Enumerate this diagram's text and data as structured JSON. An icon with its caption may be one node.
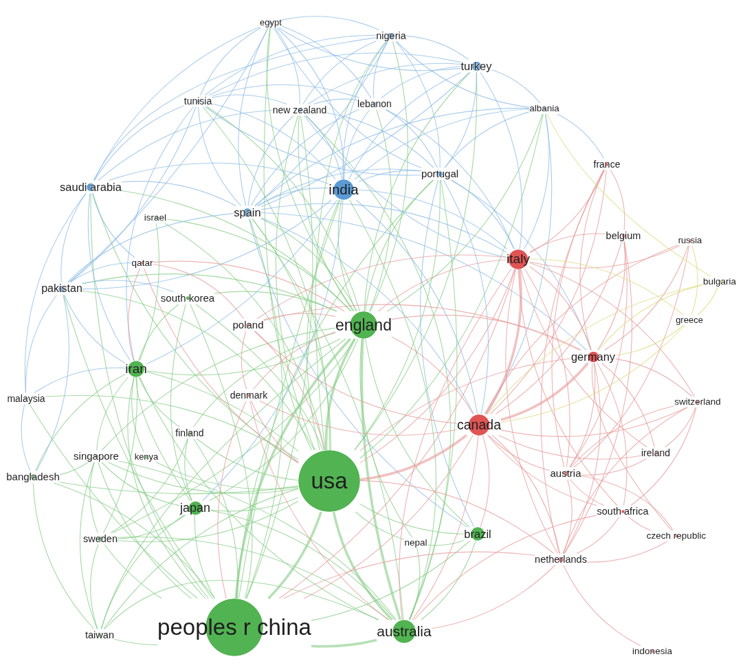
{
  "diagram": {
    "nodes": [
      {
        "text": [
          "egypt"
        ]
      },
      {
        "text": [
          "nigeria"
        ]
      },
      {
        "text": [
          "turkey"
        ]
      },
      {
        "text": [
          "tunisia"
        ]
      },
      {
        "text": [
          "lebanon"
        ]
      },
      {
        "text": [
          "albania"
        ]
      },
      {
        "text": [
          "new zealand"
        ]
      },
      {
        "text": [
          "france"
        ]
      },
      {
        "text": [
          "portugal"
        ]
      },
      {
        "text": [
          "saudi arabia"
        ]
      },
      {
        "text": [
          "india"
        ]
      },
      {
        "text": [
          "spain"
        ]
      },
      {
        "text": [
          "israel"
        ]
      },
      {
        "text": [
          "belgium"
        ]
      },
      {
        "text": [
          "russia"
        ]
      },
      {
        "text": [
          "italy"
        ]
      },
      {
        "text": [
          "qatar"
        ]
      },
      {
        "text": [
          "bulgaria"
        ]
      },
      {
        "text": [
          "pakistan"
        ]
      },
      {
        "text": [
          "south korea"
        ]
      },
      {
        "text": [
          "greece"
        ]
      },
      {
        "text": [
          "poland"
        ]
      },
      {
        "text": [
          "england"
        ]
      },
      {
        "text": [
          "germany"
        ]
      },
      {
        "text": [
          "iran"
        ]
      },
      {
        "text": [
          "denmark"
        ]
      },
      {
        "text": [
          "malaysia"
        ]
      },
      {
        "text": [
          "switzerland"
        ]
      },
      {
        "text": [
          "canada"
        ]
      },
      {
        "text": [
          "finland"
        ]
      },
      {
        "text": [
          "ireland"
        ]
      },
      {
        "text": [
          "singapore"
        ]
      },
      {
        "text": [
          "kenya"
        ]
      },
      {
        "text": [
          "austria"
        ]
      },
      {
        "text": [
          "bangladesh"
        ]
      },
      {
        "text": [
          "usa"
        ]
      },
      {
        "text": [
          "japan"
        ]
      },
      {
        "text": [
          "south africa"
        ]
      },
      {
        "text": [
          "brazil"
        ]
      },
      {
        "text": [
          "czech republic"
        ]
      },
      {
        "text": [
          "sweden"
        ]
      },
      {
        "text": [
          "nepal"
        ]
      },
      {
        "text": [
          "netherlands"
        ]
      },
      {
        "text": [
          "peoples r china"
        ]
      },
      {
        "text": [
          "taiwan"
        ]
      },
      {
        "text": [
          "australia"
        ]
      },
      {
        "text": [
          "indonesia"
        ]
      }
    ],
    "edges": [
      {
        "from": 35,
        "to": 43,
        "arrow": "none",
        "style": "thick"
      },
      {
        "from": 35,
        "to": 22,
        "arrow": "none",
        "style": "thick"
      },
      {
        "from": 35,
        "to": 45,
        "arrow": "none",
        "style": "thick"
      },
      {
        "from": 43,
        "to": 45,
        "arrow": "none",
        "style": "thick"
      },
      {
        "from": 22,
        "to": 43,
        "arrow": "none",
        "style": "thick"
      },
      {
        "from": 22,
        "to": 45,
        "arrow": "none",
        "style": "thick"
      },
      {
        "from": 35,
        "to": 36,
        "arrow": "none"
      },
      {
        "from": 35,
        "to": 24,
        "arrow": "none"
      },
      {
        "from": 35,
        "to": 38,
        "arrow": "none"
      },
      {
        "from": 35,
        "to": 40,
        "arrow": "none"
      },
      {
        "from": 35,
        "to": 44,
        "arrow": "none"
      },
      {
        "from": 35,
        "to": 19,
        "arrow": "none"
      },
      {
        "from": 35,
        "to": 12,
        "arrow": "none"
      },
      {
        "from": 35,
        "to": 29,
        "arrow": "none"
      },
      {
        "from": 35,
        "to": 31,
        "arrow": "none"
      },
      {
        "from": 35,
        "to": 32,
        "arrow": "none"
      },
      {
        "from": 35,
        "to": 34,
        "arrow": "none"
      },
      {
        "from": 35,
        "to": 41,
        "arrow": "none"
      },
      {
        "from": 35,
        "to": 0,
        "arrow": "none"
      },
      {
        "from": 35,
        "to": 1,
        "arrow": "none"
      },
      {
        "from": 35,
        "to": 2,
        "arrow": "none"
      },
      {
        "from": 35,
        "to": 3,
        "arrow": "none"
      },
      {
        "from": 35,
        "to": 5,
        "arrow": "none"
      },
      {
        "from": 35,
        "to": 6,
        "arrow": "none"
      },
      {
        "from": 35,
        "to": 8,
        "arrow": "none"
      },
      {
        "from": 35,
        "to": 9,
        "arrow": "none"
      },
      {
        "from": 35,
        "to": 10,
        "arrow": "none"
      },
      {
        "from": 35,
        "to": 11,
        "arrow": "none"
      },
      {
        "from": 35,
        "to": 18,
        "arrow": "none"
      },
      {
        "from": 35,
        "to": 26,
        "arrow": "none"
      },
      {
        "from": 22,
        "to": 0,
        "arrow": "none"
      },
      {
        "from": 22,
        "to": 1,
        "arrow": "none"
      },
      {
        "from": 22,
        "to": 2,
        "arrow": "none"
      },
      {
        "from": 22,
        "to": 3,
        "arrow": "none"
      },
      {
        "from": 22,
        "to": 4,
        "arrow": "none"
      },
      {
        "from": 22,
        "to": 5,
        "arrow": "none"
      },
      {
        "from": 22,
        "to": 6,
        "arrow": "none"
      },
      {
        "from": 22,
        "to": 8,
        "arrow": "none"
      },
      {
        "from": 22,
        "to": 9,
        "arrow": "none"
      },
      {
        "from": 22,
        "to": 10,
        "arrow": "none"
      },
      {
        "from": 22,
        "to": 11,
        "arrow": "none"
      },
      {
        "from": 22,
        "to": 18,
        "arrow": "none"
      },
      {
        "from": 22,
        "to": 24,
        "arrow": "none"
      },
      {
        "from": 22,
        "to": 36,
        "arrow": "none"
      },
      {
        "from": 22,
        "to": 38,
        "arrow": "none"
      },
      {
        "from": 22,
        "to": 40,
        "arrow": "none"
      },
      {
        "from": 22,
        "to": 19,
        "arrow": "none"
      },
      {
        "from": 22,
        "to": 12,
        "arrow": "none"
      },
      {
        "from": 22,
        "to": 29,
        "arrow": "none"
      },
      {
        "from": 22,
        "to": 31,
        "arrow": "none"
      },
      {
        "from": 22,
        "to": 41,
        "arrow": "none"
      },
      {
        "from": 22,
        "to": 44,
        "arrow": "none"
      },
      {
        "from": 43,
        "to": 6,
        "arrow": "none"
      },
      {
        "from": 43,
        "to": 8,
        "arrow": "none"
      },
      {
        "from": 43,
        "to": 9,
        "arrow": "none"
      },
      {
        "from": 43,
        "to": 10,
        "arrow": "none"
      },
      {
        "from": 43,
        "to": 11,
        "arrow": "none"
      },
      {
        "from": 43,
        "to": 18,
        "arrow": "none"
      },
      {
        "from": 43,
        "to": 26,
        "arrow": "none"
      },
      {
        "from": 43,
        "to": 36,
        "arrow": "none"
      },
      {
        "from": 43,
        "to": 44,
        "arrow": "none"
      },
      {
        "from": 43,
        "to": 40,
        "arrow": "none"
      },
      {
        "from": 43,
        "to": 24,
        "arrow": "none"
      },
      {
        "from": 43,
        "to": 31,
        "arrow": "none"
      },
      {
        "from": 43,
        "to": 19,
        "arrow": "none"
      },
      {
        "from": 43,
        "to": 38,
        "arrow": "none"
      },
      {
        "from": 43,
        "to": 29,
        "arrow": "none"
      },
      {
        "from": 43,
        "to": 34,
        "arrow": "none"
      },
      {
        "from": 45,
        "to": 6,
        "arrow": "none"
      },
      {
        "from": 45,
        "to": 8,
        "arrow": "none"
      },
      {
        "from": 45,
        "to": 10,
        "arrow": "none"
      },
      {
        "from": 45,
        "to": 11,
        "arrow": "none"
      },
      {
        "from": 45,
        "to": 36,
        "arrow": "none"
      },
      {
        "from": 45,
        "to": 38,
        "arrow": "none"
      },
      {
        "from": 45,
        "to": 41,
        "arrow": "none"
      },
      {
        "from": 45,
        "to": 40,
        "arrow": "none"
      },
      {
        "from": 45,
        "to": 44,
        "arrow": "none"
      },
      {
        "from": 45,
        "to": 24,
        "arrow": "none"
      },
      {
        "from": 45,
        "to": 31,
        "arrow": "none"
      },
      {
        "from": 24,
        "to": 19,
        "arrow": "none"
      },
      {
        "from": 24,
        "to": 12,
        "arrow": "none"
      },
      {
        "from": 24,
        "to": 29,
        "arrow": "none"
      },
      {
        "from": 24,
        "to": 31,
        "arrow": "none"
      },
      {
        "from": 24,
        "to": 32,
        "arrow": "none"
      },
      {
        "from": 24,
        "to": 36,
        "arrow": "none"
      },
      {
        "from": 24,
        "to": 40,
        "arrow": "none"
      },
      {
        "from": 24,
        "to": 34,
        "arrow": "none"
      },
      {
        "from": 36,
        "to": 40,
        "arrow": "none"
      },
      {
        "from": 36,
        "to": 44,
        "arrow": "none"
      },
      {
        "from": 36,
        "to": 31,
        "arrow": "none"
      },
      {
        "from": 36,
        "to": 19,
        "arrow": "none"
      },
      {
        "from": 36,
        "to": 29,
        "arrow": "none"
      },
      {
        "from": 40,
        "to": 44,
        "arrow": "none"
      },
      {
        "from": 40,
        "to": 31,
        "arrow": "none"
      },
      {
        "from": 40,
        "to": 29,
        "arrow": "none"
      },
      {
        "from": 44,
        "to": 31,
        "arrow": "none"
      },
      {
        "from": 44,
        "to": 34,
        "arrow": "none"
      },
      {
        "from": 38,
        "to": 41,
        "arrow": "none"
      },
      {
        "from": 34,
        "to": 31,
        "arrow": "none"
      },
      {
        "from": 0,
        "to": 3,
        "arrow": "none",
        "color": "#8cbbe6"
      },
      {
        "from": 0,
        "to": 6,
        "arrow": "none",
        "color": "#8cbbe6"
      },
      {
        "from": 0,
        "to": 10,
        "arrow": "none",
        "color": "#8cbbe6"
      },
      {
        "from": 0,
        "to": 11,
        "arrow": "none",
        "color": "#8cbbe6"
      },
      {
        "from": 0,
        "to": 9,
        "arrow": "none",
        "color": "#8cbbe6"
      },
      {
        "from": 0,
        "to": 1,
        "arrow": "none",
        "color": "#8cbbe6"
      },
      {
        "from": 0,
        "to": 2,
        "arrow": "none",
        "color": "#8cbbe6"
      },
      {
        "from": 0,
        "to": 4,
        "arrow": "none",
        "color": "#8cbbe6"
      },
      {
        "from": 0,
        "to": 8,
        "arrow": "none",
        "color": "#8cbbe6"
      },
      {
        "from": 0,
        "to": 18,
        "arrow": "none",
        "color": "#8cbbe6"
      },
      {
        "from": 1,
        "to": 3,
        "arrow": "none",
        "color": "#8cbbe6"
      },
      {
        "from": 1,
        "to": 6,
        "arrow": "none",
        "color": "#8cbbe6"
      },
      {
        "from": 1,
        "to": 10,
        "arrow": "none",
        "color": "#8cbbe6"
      },
      {
        "from": 1,
        "to": 8,
        "arrow": "none",
        "color": "#8cbbe6"
      },
      {
        "from": 1,
        "to": 2,
        "arrow": "none",
        "color": "#8cbbe6"
      },
      {
        "from": 1,
        "to": 4,
        "arrow": "none",
        "color": "#8cbbe6"
      },
      {
        "from": 1,
        "to": 11,
        "arrow": "none",
        "color": "#8cbbe6"
      },
      {
        "from": 1,
        "to": 5,
        "arrow": "none",
        "color": "#8cbbe6"
      },
      {
        "from": 1,
        "to": 9,
        "arrow": "none",
        "color": "#8cbbe6"
      },
      {
        "from": 2,
        "to": 5,
        "arrow": "none",
        "color": "#8cbbe6"
      },
      {
        "from": 2,
        "to": 8,
        "arrow": "none",
        "color": "#8cbbe6"
      },
      {
        "from": 2,
        "to": 10,
        "arrow": "none",
        "color": "#8cbbe6"
      },
      {
        "from": 2,
        "to": 11,
        "arrow": "none",
        "color": "#8cbbe6"
      },
      {
        "from": 2,
        "to": 4,
        "arrow": "none",
        "color": "#8cbbe6"
      },
      {
        "from": 2,
        "to": 6,
        "arrow": "none",
        "color": "#8cbbe6"
      },
      {
        "from": 2,
        "to": 3,
        "arrow": "none",
        "color": "#8cbbe6"
      },
      {
        "from": 2,
        "to": 15,
        "arrow": "none",
        "color": "#8cbbe6"
      },
      {
        "from": 3,
        "to": 9,
        "arrow": "none",
        "color": "#8cbbe6"
      },
      {
        "from": 3,
        "to": 6,
        "arrow": "none",
        "color": "#8cbbe6"
      },
      {
        "from": 3,
        "to": 4,
        "arrow": "none",
        "color": "#8cbbe6"
      },
      {
        "from": 3,
        "to": 10,
        "arrow": "none",
        "color": "#8cbbe6"
      },
      {
        "from": 3,
        "to": 11,
        "arrow": "none",
        "color": "#8cbbe6"
      },
      {
        "from": 3,
        "to": 18,
        "arrow": "none",
        "color": "#8cbbe6"
      },
      {
        "from": 3,
        "to": 8,
        "arrow": "none",
        "color": "#8cbbe6"
      },
      {
        "from": 3,
        "to": 24,
        "arrow": "none",
        "color": "#8cbbe6"
      },
      {
        "from": 4,
        "to": 10,
        "arrow": "none",
        "color": "#8cbbe6"
      },
      {
        "from": 4,
        "to": 6,
        "arrow": "none",
        "color": "#8cbbe6"
      },
      {
        "from": 4,
        "to": 8,
        "arrow": "none",
        "color": "#8cbbe6"
      },
      {
        "from": 4,
        "to": 11,
        "arrow": "none",
        "color": "#8cbbe6"
      },
      {
        "from": 4,
        "to": 15,
        "arrow": "none",
        "color": "#8cbbe6"
      },
      {
        "from": 5,
        "to": 8,
        "arrow": "none",
        "color": "#8cbbe6"
      },
      {
        "from": 5,
        "to": 10,
        "arrow": "none",
        "color": "#8cbbe6"
      },
      {
        "from": 5,
        "to": 11,
        "arrow": "none",
        "color": "#8cbbe6"
      },
      {
        "from": 5,
        "to": 28,
        "arrow": "none",
        "color": "#8cbbe6"
      },
      {
        "from": 5,
        "to": 15,
        "arrow": "none",
        "color": "#8cbbe6"
      },
      {
        "from": 5,
        "to": 7,
        "arrow": "none",
        "color": "#8cbbe6"
      },
      {
        "from": 6,
        "to": 10,
        "arrow": "none",
        "color": "#8cbbe6"
      },
      {
        "from": 6,
        "to": 11,
        "arrow": "none",
        "color": "#8cbbe6"
      },
      {
        "from": 6,
        "to": 8,
        "arrow": "none",
        "color": "#8cbbe6"
      },
      {
        "from": 6,
        "to": 9,
        "arrow": "none",
        "color": "#8cbbe6"
      },
      {
        "from": 6,
        "to": 15,
        "arrow": "none",
        "color": "#8cbbe6"
      },
      {
        "from": 8,
        "to": 10,
        "arrow": "none",
        "color": "#8cbbe6"
      },
      {
        "from": 8,
        "to": 11,
        "arrow": "none",
        "color": "#8cbbe6"
      },
      {
        "from": 8,
        "to": 38,
        "arrow": "none",
        "color": "#8cbbe6"
      },
      {
        "from": 8,
        "to": 28,
        "arrow": "none",
        "color": "#8cbbe6"
      },
      {
        "from": 8,
        "to": 15,
        "arrow": "none",
        "color": "#8cbbe6"
      },
      {
        "from": 8,
        "to": 23,
        "arrow": "none",
        "color": "#8cbbe6"
      },
      {
        "from": 9,
        "to": 18,
        "arrow": "none",
        "color": "#8cbbe6"
      },
      {
        "from": 9,
        "to": 26,
        "arrow": "none",
        "color": "#8cbbe6"
      },
      {
        "from": 9,
        "to": 10,
        "arrow": "none",
        "color": "#8cbbe6"
      },
      {
        "from": 9,
        "to": 11,
        "arrow": "none",
        "color": "#8cbbe6"
      },
      {
        "from": 9,
        "to": 24,
        "arrow": "none",
        "color": "#8cbbe6"
      },
      {
        "from": 9,
        "to": 16,
        "arrow": "none",
        "color": "#8cbbe6"
      },
      {
        "from": 10,
        "to": 11,
        "arrow": "none",
        "color": "#8cbbe6"
      },
      {
        "from": 10,
        "to": 18,
        "arrow": "none",
        "color": "#8cbbe6"
      },
      {
        "from": 10,
        "to": 24,
        "arrow": "none",
        "color": "#8cbbe6"
      },
      {
        "from": 10,
        "to": 28,
        "arrow": "none",
        "color": "#8cbbe6"
      },
      {
        "from": 10,
        "to": 36,
        "arrow": "none",
        "color": "#8cbbe6"
      },
      {
        "from": 10,
        "to": 15,
        "arrow": "none",
        "color": "#8cbbe6"
      },
      {
        "from": 11,
        "to": 18,
        "arrow": "none",
        "color": "#8cbbe6"
      },
      {
        "from": 11,
        "to": 38,
        "arrow": "none",
        "color": "#8cbbe6"
      },
      {
        "from": 11,
        "to": 15,
        "arrow": "none",
        "color": "#8cbbe6"
      },
      {
        "from": 11,
        "to": 23,
        "arrow": "none",
        "color": "#8cbbe6"
      },
      {
        "from": 11,
        "to": 28,
        "arrow": "none",
        "color": "#8cbbe6"
      },
      {
        "from": 18,
        "to": 26,
        "arrow": "none",
        "color": "#8cbbe6"
      },
      {
        "from": 18,
        "to": 24,
        "arrow": "none",
        "color": "#8cbbe6"
      },
      {
        "from": 18,
        "to": 16,
        "arrow": "none",
        "color": "#8cbbe6"
      },
      {
        "from": 18,
        "to": 19,
        "arrow": "none",
        "color": "#8cbbe6"
      },
      {
        "from": 18,
        "to": 34,
        "arrow": "none",
        "color": "#8cbbe6"
      },
      {
        "from": 26,
        "to": 24,
        "arrow": "none",
        "color": "#8cbbe6"
      },
      {
        "from": 26,
        "to": 34,
        "arrow": "none",
        "color": "#8cbbe6"
      },
      {
        "from": 15,
        "to": 7,
        "arrow": "none",
        "color": "#e79a9a"
      },
      {
        "from": 15,
        "to": 13,
        "arrow": "none",
        "color": "#e79a9a"
      },
      {
        "from": 15,
        "to": 14,
        "arrow": "none",
        "color": "#e79a9a"
      },
      {
        "from": 15,
        "to": 23,
        "arrow": "none",
        "color": "#e79a9a"
      },
      {
        "from": 15,
        "to": 28,
        "arrow": "none",
        "color": "#e79a9a",
        "style": "thick"
      },
      {
        "from": 15,
        "to": 22,
        "arrow": "none",
        "color": "#e79a9a"
      },
      {
        "from": 15,
        "to": 35,
        "arrow": "none",
        "color": "#e79a9a"
      },
      {
        "from": 15,
        "to": 33,
        "arrow": "none",
        "color": "#e79a9a"
      },
      {
        "from": 15,
        "to": 42,
        "arrow": "none",
        "color": "#e79a9a"
      },
      {
        "from": 15,
        "to": 27,
        "arrow": "none",
        "color": "#e79a9a"
      },
      {
        "from": 15,
        "to": 30,
        "arrow": "none",
        "color": "#e79a9a"
      },
      {
        "from": 15,
        "to": 45,
        "arrow": "none",
        "color": "#e79a9a"
      },
      {
        "from": 15,
        "to": 43,
        "arrow": "none",
        "color": "#e79a9a"
      },
      {
        "from": 15,
        "to": 37,
        "arrow": "none",
        "color": "#e79a9a"
      },
      {
        "from": 15,
        "to": 21,
        "arrow": "none",
        "color": "#e79a9a"
      },
      {
        "from": 7,
        "to": 23,
        "arrow": "none",
        "color": "#e79a9a"
      },
      {
        "from": 7,
        "to": 28,
        "arrow": "none",
        "color": "#e79a9a"
      },
      {
        "from": 7,
        "to": 33,
        "arrow": "none",
        "color": "#e79a9a"
      },
      {
        "from": 7,
        "to": 13,
        "arrow": "none",
        "color": "#e79a9a"
      },
      {
        "from": 7,
        "to": 42,
        "arrow": "none",
        "color": "#e79a9a"
      },
      {
        "from": 13,
        "to": 23,
        "arrow": "none",
        "color": "#e79a9a"
      },
      {
        "from": 13,
        "to": 28,
        "arrow": "none",
        "color": "#e79a9a"
      },
      {
        "from": 13,
        "to": 42,
        "arrow": "none",
        "color": "#e79a9a"
      },
      {
        "from": 13,
        "to": 33,
        "arrow": "none",
        "color": "#e79a9a"
      },
      {
        "from": 14,
        "to": 23,
        "arrow": "none",
        "color": "#e79a9a"
      },
      {
        "from": 14,
        "to": 28,
        "arrow": "none",
        "color": "#e79a9a"
      },
      {
        "from": 14,
        "to": 33,
        "arrow": "none",
        "color": "#e79a9a"
      },
      {
        "from": 23,
        "to": 28,
        "arrow": "none",
        "color": "#e79a9a",
        "style": "thick"
      },
      {
        "from": 23,
        "to": 33,
        "arrow": "none",
        "color": "#e79a9a"
      },
      {
        "from": 23,
        "to": 42,
        "arrow": "none",
        "color": "#e79a9a"
      },
      {
        "from": 23,
        "to": 27,
        "arrow": "none",
        "color": "#e79a9a"
      },
      {
        "from": 23,
        "to": 30,
        "arrow": "none",
        "color": "#e79a9a"
      },
      {
        "from": 23,
        "to": 37,
        "arrow": "none",
        "color": "#e79a9a"
      },
      {
        "from": 23,
        "to": 22,
        "arrow": "none",
        "color": "#e79a9a"
      },
      {
        "from": 23,
        "to": 35,
        "arrow": "none",
        "color": "#e79a9a"
      },
      {
        "from": 23,
        "to": 39,
        "arrow": "none",
        "color": "#e79a9a"
      },
      {
        "from": 28,
        "to": 33,
        "arrow": "none",
        "color": "#e79a9a"
      },
      {
        "from": 28,
        "to": 42,
        "arrow": "none",
        "color": "#e79a9a"
      },
      {
        "from": 28,
        "to": 30,
        "arrow": "none",
        "color": "#e79a9a"
      },
      {
        "from": 28,
        "to": 27,
        "arrow": "none",
        "color": "#e79a9a"
      },
      {
        "from": 28,
        "to": 37,
        "arrow": "none",
        "color": "#e79a9a"
      },
      {
        "from": 28,
        "to": 22,
        "arrow": "none",
        "color": "#e79a9a"
      },
      {
        "from": 28,
        "to": 35,
        "arrow": "none",
        "color": "#e79a9a",
        "style": "thick"
      },
      {
        "from": 28,
        "to": 45,
        "arrow": "none",
        "color": "#e79a9a"
      },
      {
        "from": 28,
        "to": 43,
        "arrow": "none",
        "color": "#e79a9a"
      },
      {
        "from": 28,
        "to": 38,
        "arrow": "none",
        "color": "#e79a9a"
      },
      {
        "from": 16,
        "to": 22,
        "arrow": "none",
        "color": "#e79a9a"
      },
      {
        "from": 16,
        "to": 21,
        "arrow": "none",
        "color": "#e79a9a"
      },
      {
        "from": 16,
        "to": 24,
        "arrow": "none",
        "color": "#e79a9a"
      },
      {
        "from": 16,
        "to": 35,
        "arrow": "none",
        "color": "#e79a9a"
      },
      {
        "from": 21,
        "to": 22,
        "arrow": "none",
        "color": "#e79a9a"
      },
      {
        "from": 21,
        "to": 25,
        "arrow": "none",
        "color": "#e79a9a"
      },
      {
        "from": 21,
        "to": 35,
        "arrow": "none",
        "color": "#e79a9a"
      },
      {
        "from": 21,
        "to": 28,
        "arrow": "none",
        "color": "#e79a9a"
      },
      {
        "from": 21,
        "to": 23,
        "arrow": "none",
        "color": "#e79a9a"
      },
      {
        "from": 25,
        "to": 22,
        "arrow": "none",
        "color": "#e79a9a"
      },
      {
        "from": 25,
        "to": 35,
        "arrow": "none",
        "color": "#e79a9a"
      },
      {
        "from": 25,
        "to": 28,
        "arrow": "none",
        "color": "#e79a9a"
      },
      {
        "from": 25,
        "to": 43,
        "arrow": "none",
        "color": "#e79a9a"
      },
      {
        "from": 25,
        "to": 45,
        "arrow": "none",
        "color": "#e79a9a"
      },
      {
        "from": 33,
        "to": 42,
        "arrow": "none",
        "color": "#e79a9a"
      },
      {
        "from": 33,
        "to": 37,
        "arrow": "none",
        "color": "#e79a9a"
      },
      {
        "from": 33,
        "to": 30,
        "arrow": "none",
        "color": "#e79a9a"
      },
      {
        "from": 33,
        "to": 39,
        "arrow": "none",
        "color": "#e79a9a"
      },
      {
        "from": 33,
        "to": 27,
        "arrow": "none",
        "color": "#e79a9a"
      },
      {
        "from": 42,
        "to": 37,
        "arrow": "none",
        "color": "#e79a9a"
      },
      {
        "from": 42,
        "to": 46,
        "arrow": "none",
        "color": "#e79a9a"
      },
      {
        "from": 42,
        "to": 45,
        "arrow": "none",
        "color": "#e79a9a"
      },
      {
        "from": 42,
        "to": 35,
        "arrow": "none",
        "color": "#e79a9a"
      },
      {
        "from": 42,
        "to": 43,
        "arrow": "none",
        "color": "#e79a9a"
      },
      {
        "from": 27,
        "to": 30,
        "arrow": "none",
        "color": "#e79a9a"
      },
      {
        "from": 27,
        "to": 42,
        "arrow": "none",
        "color": "#e79a9a"
      },
      {
        "from": 27,
        "to": 37,
        "arrow": "none",
        "color": "#e79a9a"
      },
      {
        "from": 37,
        "to": 39,
        "arrow": "none",
        "color": "#e79a9a"
      },
      {
        "from": 37,
        "to": 45,
        "arrow": "none",
        "color": "#e79a9a"
      },
      {
        "from": 39,
        "to": 42,
        "arrow": "none",
        "color": "#e79a9a"
      },
      {
        "from": 20,
        "to": 15,
        "arrow": "none",
        "color": "#d9d97a"
      },
      {
        "from": 20,
        "to": 23,
        "arrow": "none",
        "color": "#d9d97a"
      },
      {
        "from": 20,
        "to": 28,
        "arrow": "none",
        "color": "#d9d97a"
      },
      {
        "from": 20,
        "to": 17,
        "arrow": "none",
        "color": "#d9d97a"
      },
      {
        "from": 20,
        "to": 14,
        "arrow": "none",
        "color": "#d9d97a"
      },
      {
        "from": 17,
        "to": 23,
        "arrow": "none",
        "color": "#d9d97a"
      },
      {
        "from": 17,
        "to": 28,
        "arrow": "none",
        "color": "#d9d97a"
      },
      {
        "from": 17,
        "to": 5,
        "arrow": "none",
        "color": "#d9d97a"
      }
    ]
  }
}
